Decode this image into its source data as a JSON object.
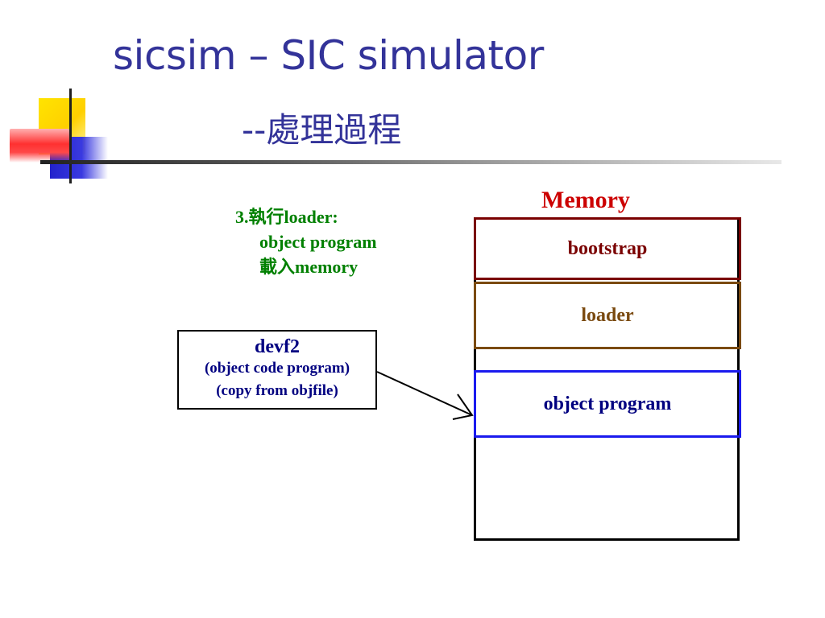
{
  "slide": {
    "title": "sicsim – SIC simulator",
    "subtitle_dashes": "--",
    "subtitle_text": "處理過程"
  },
  "step": {
    "line1": "3.執行loader:",
    "line2": "object program",
    "line3": "載入memory"
  },
  "memory": {
    "label": "Memory",
    "blocks": [
      {
        "label": "bootstrap"
      },
      {
        "label": "loader"
      },
      {
        "label": "object program"
      }
    ]
  },
  "source_box": {
    "title": "devf2",
    "line1": "(object code program)",
    "line2": "(copy from objfile)"
  },
  "colors": {
    "title": "#333399",
    "step_text": "#008000",
    "memory_label": "#cc0000",
    "bootstrap": "#7a0000",
    "loader": "#7a4a10",
    "object_program_border": "#1a1aee",
    "object_program_text": "#000080"
  }
}
